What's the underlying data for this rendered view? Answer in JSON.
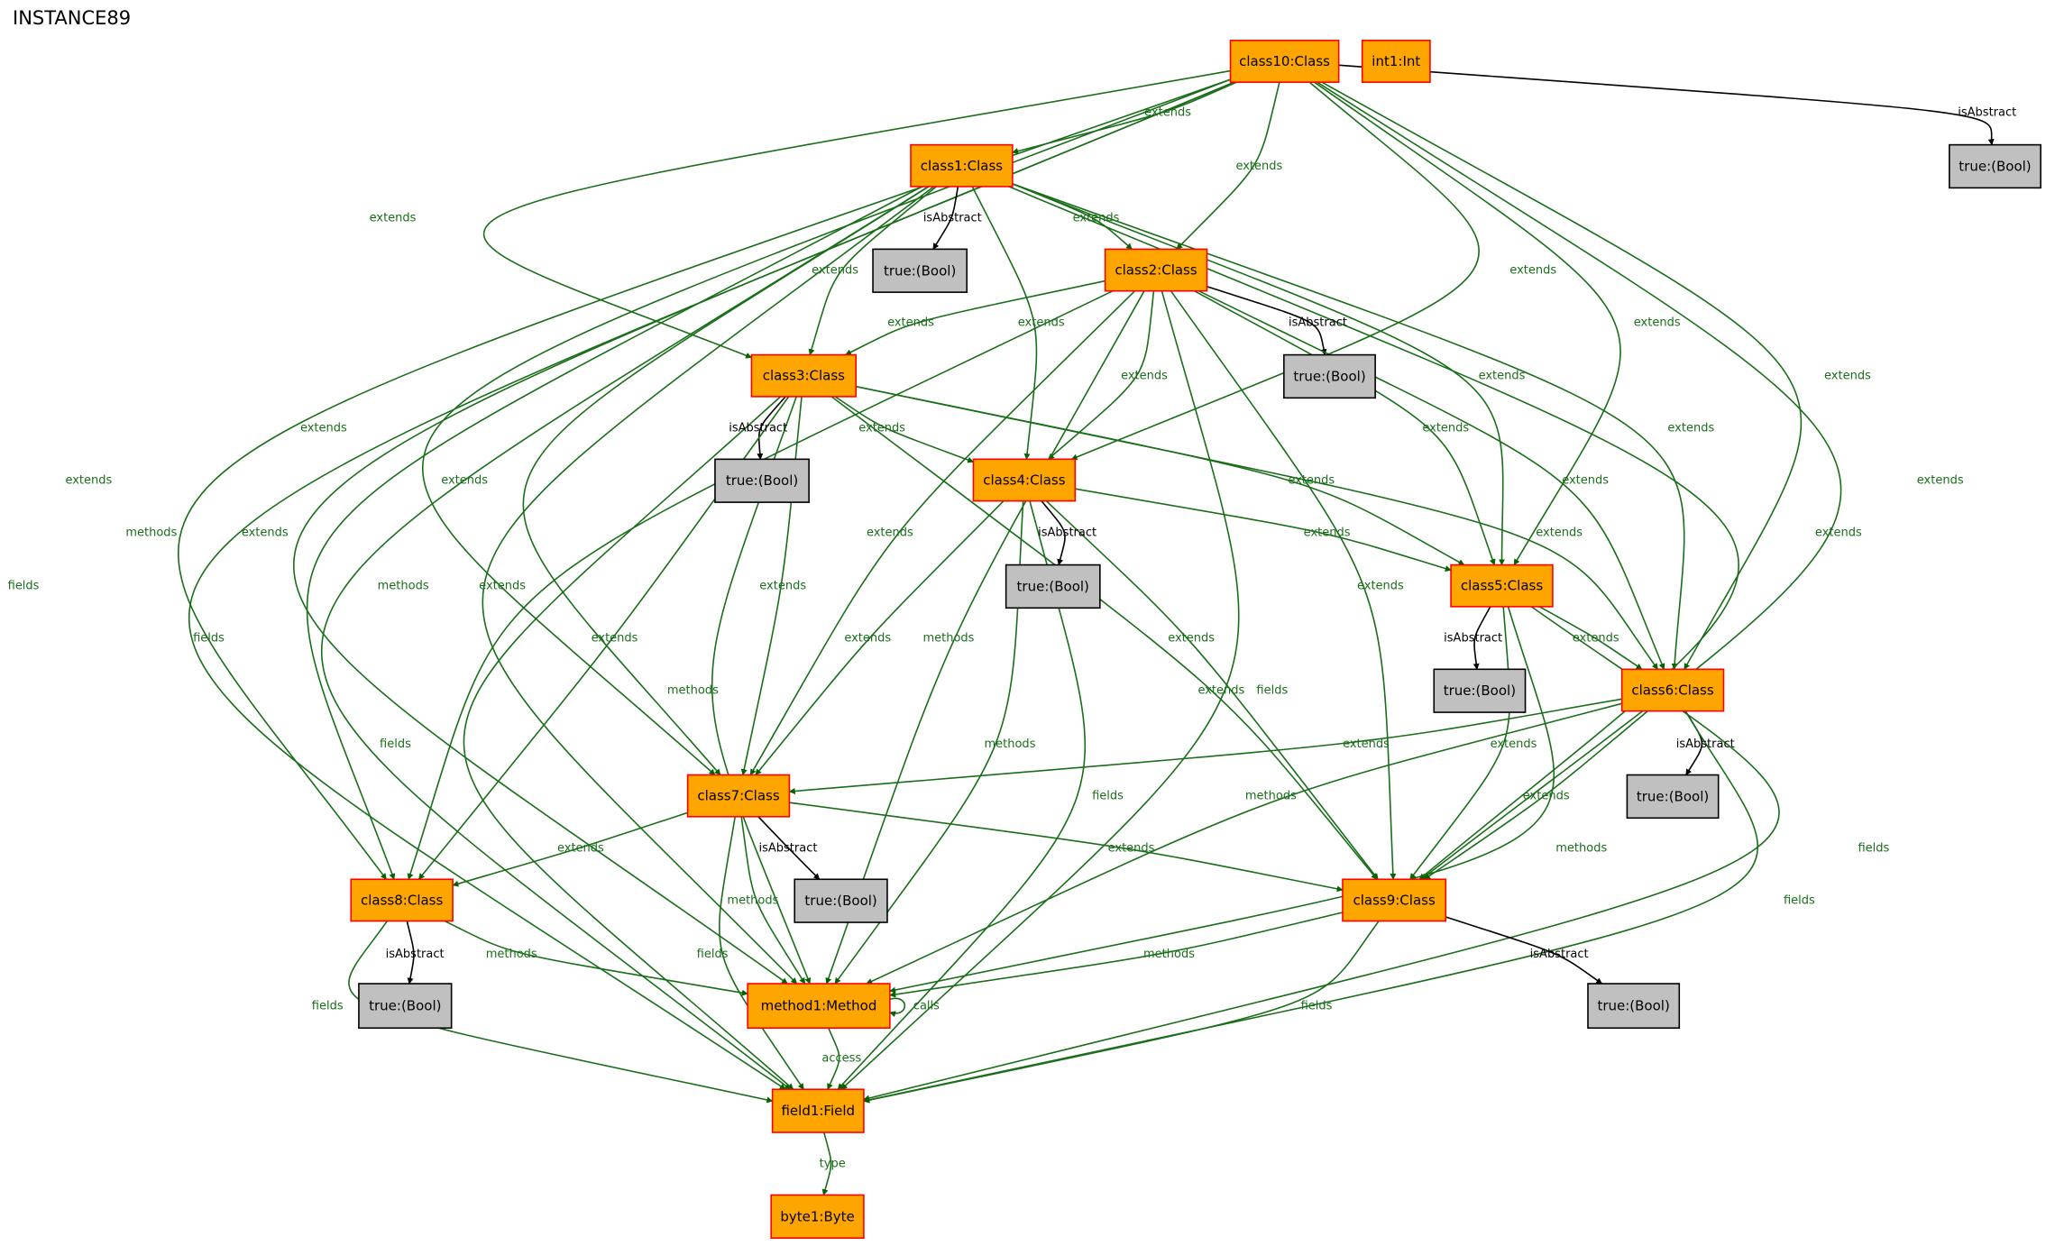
{
  "title": "INSTANCE89",
  "colors": {
    "object_fill": "#ffa500",
    "object_border": "#ff0000",
    "value_fill": "#c0c0c0",
    "value_border": "#000000",
    "link_edge": "#1a6e1a",
    "link_arrow": "#006400",
    "attr_edge": "#000000"
  },
  "nodes": [
    {
      "id": "class10",
      "label": "class10:Class",
      "kind": "object"
    },
    {
      "id": "int1",
      "label": "int1:Int",
      "kind": "object"
    },
    {
      "id": "tb10",
      "label": "true:(Bool)",
      "kind": "value"
    },
    {
      "id": "class1",
      "label": "class1:Class",
      "kind": "object"
    },
    {
      "id": "tb1",
      "label": "true:(Bool)",
      "kind": "value"
    },
    {
      "id": "class2",
      "label": "class2:Class",
      "kind": "object"
    },
    {
      "id": "tb2",
      "label": "true:(Bool)",
      "kind": "value"
    },
    {
      "id": "class3",
      "label": "class3:Class",
      "kind": "object"
    },
    {
      "id": "tb3",
      "label": "true:(Bool)",
      "kind": "value"
    },
    {
      "id": "class4",
      "label": "class4:Class",
      "kind": "object"
    },
    {
      "id": "tb4",
      "label": "true:(Bool)",
      "kind": "value"
    },
    {
      "id": "class5",
      "label": "class5:Class",
      "kind": "object"
    },
    {
      "id": "tb5",
      "label": "true:(Bool)",
      "kind": "value"
    },
    {
      "id": "class6",
      "label": "class6:Class",
      "kind": "object"
    },
    {
      "id": "tb6",
      "label": "true:(Bool)",
      "kind": "value"
    },
    {
      "id": "class7",
      "label": "class7:Class",
      "kind": "object"
    },
    {
      "id": "tb7",
      "label": "true:(Bool)",
      "kind": "value"
    },
    {
      "id": "class8",
      "label": "class8:Class",
      "kind": "object"
    },
    {
      "id": "tb8",
      "label": "true:(Bool)",
      "kind": "value"
    },
    {
      "id": "class9",
      "label": "class9:Class",
      "kind": "object"
    },
    {
      "id": "tb9",
      "label": "true:(Bool)",
      "kind": "value"
    },
    {
      "id": "method1",
      "label": "method1:Method",
      "kind": "object"
    },
    {
      "id": "field1",
      "label": "field1:Field",
      "kind": "object"
    },
    {
      "id": "byte1",
      "label": "byte1:Byte",
      "kind": "object"
    }
  ],
  "edges": [
    {
      "id": "e1",
      "from": "class10",
      "to": "tb10",
      "label": "isAbstract",
      "kind": "attr"
    },
    {
      "id": "e2",
      "from": "class10",
      "to": "class1",
      "label": "extends",
      "kind": "link"
    },
    {
      "id": "e3",
      "from": "class10",
      "to": "class2",
      "label": "extends",
      "kind": "link"
    },
    {
      "id": "e4",
      "from": "class10",
      "to": "class3",
      "label": "extends",
      "kind": "link"
    },
    {
      "id": "e5",
      "from": "class10",
      "to": "class4",
      "label": "extends",
      "kind": "link"
    },
    {
      "id": "e6",
      "from": "class10",
      "to": "class5",
      "label": "extends",
      "kind": "link"
    },
    {
      "id": "e7",
      "from": "class10",
      "to": "class6",
      "label": "extends",
      "kind": "link"
    },
    {
      "id": "e8",
      "from": "class10",
      "to": "class7",
      "label": "extends",
      "kind": "link"
    },
    {
      "id": "e9",
      "from": "class10",
      "to": "class8",
      "label": "extends",
      "kind": "link"
    },
    {
      "id": "e10",
      "from": "class10",
      "to": "class9",
      "label": "extends",
      "kind": "link"
    },
    {
      "id": "e11",
      "from": "class10",
      "to": "method1",
      "label": "methods",
      "kind": "link"
    },
    {
      "id": "e12",
      "from": "class10",
      "to": "field1",
      "label": "fields",
      "kind": "link"
    },
    {
      "id": "e13",
      "from": "class1",
      "to": "tb1",
      "label": "isAbstract",
      "kind": "attr"
    },
    {
      "id": "e14",
      "from": "class1",
      "to": "class2",
      "label": "extends",
      "kind": "link"
    },
    {
      "id": "e15",
      "from": "class1",
      "to": "class3",
      "label": "extends",
      "kind": "link"
    },
    {
      "id": "e16",
      "from": "class1",
      "to": "class4",
      "label": "extends",
      "kind": "link"
    },
    {
      "id": "e17",
      "from": "class1",
      "to": "class5",
      "label": "extends",
      "kind": "link"
    },
    {
      "id": "e18",
      "from": "class1",
      "to": "class6",
      "label": "extends",
      "kind": "link"
    },
    {
      "id": "e19",
      "from": "class1",
      "to": "class7",
      "label": "extends",
      "kind": "link"
    },
    {
      "id": "e20",
      "from": "class1",
      "to": "class8",
      "label": "extends",
      "kind": "link"
    },
    {
      "id": "e21",
      "from": "class1",
      "to": "class9",
      "label": "extends",
      "kind": "link"
    },
    {
      "id": "e22",
      "from": "class1",
      "to": "method1",
      "label": "methods",
      "kind": "link"
    },
    {
      "id": "e23",
      "from": "class1",
      "to": "field1",
      "label": "fields",
      "kind": "link"
    },
    {
      "id": "e24",
      "from": "class2",
      "to": "tb2",
      "label": "isAbstract",
      "kind": "attr"
    },
    {
      "id": "e25",
      "from": "class2",
      "to": "class3",
      "label": "extends",
      "kind": "link"
    },
    {
      "id": "e26",
      "from": "class2",
      "to": "class4",
      "label": "extends",
      "kind": "link"
    },
    {
      "id": "e27",
      "from": "class2",
      "to": "class5",
      "label": "extends",
      "kind": "link"
    },
    {
      "id": "e28",
      "from": "class2",
      "to": "class6",
      "label": "extends",
      "kind": "link"
    },
    {
      "id": "e29",
      "from": "class2",
      "to": "class7",
      "label": "extends",
      "kind": "link"
    },
    {
      "id": "e30",
      "from": "class2",
      "to": "class8",
      "label": "extends",
      "kind": "link"
    },
    {
      "id": "e31",
      "from": "class2",
      "to": "class9",
      "label": "extends",
      "kind": "link"
    },
    {
      "id": "e32",
      "from": "class2",
      "to": "method1",
      "label": "methods",
      "kind": "link"
    },
    {
      "id": "e33",
      "from": "class2",
      "to": "field1",
      "label": "fields",
      "kind": "link"
    },
    {
      "id": "e34",
      "from": "class3",
      "to": "tb3",
      "label": "isAbstract",
      "kind": "attr"
    },
    {
      "id": "e35",
      "from": "class3",
      "to": "class4",
      "label": "extends",
      "kind": "link"
    },
    {
      "id": "e36",
      "from": "class3",
      "to": "class5",
      "label": "extends",
      "kind": "link"
    },
    {
      "id": "e37",
      "from": "class3",
      "to": "class6",
      "label": "extends",
      "kind": "link"
    },
    {
      "id": "e38",
      "from": "class3",
      "to": "class7",
      "label": "extends",
      "kind": "link"
    },
    {
      "id": "e39",
      "from": "class3",
      "to": "class8",
      "label": "extends",
      "kind": "link"
    },
    {
      "id": "e40",
      "from": "class3",
      "to": "class9",
      "label": "extends",
      "kind": "link"
    },
    {
      "id": "e41",
      "from": "class3",
      "to": "method1",
      "label": "methods",
      "kind": "link"
    },
    {
      "id": "e42",
      "from": "class3",
      "to": "field1",
      "label": "fields",
      "kind": "link"
    },
    {
      "id": "e43",
      "from": "class4",
      "to": "tb4",
      "label": "isAbstract",
      "kind": "attr"
    },
    {
      "id": "e44",
      "from": "class4",
      "to": "class5",
      "label": "extends",
      "kind": "link"
    },
    {
      "id": "e45",
      "from": "class4",
      "to": "class7",
      "label": "extends",
      "kind": "link"
    },
    {
      "id": "e46",
      "from": "class4",
      "to": "class9",
      "label": "extends",
      "kind": "link"
    },
    {
      "id": "e47",
      "from": "class4",
      "to": "method1",
      "label": "methods",
      "kind": "link"
    },
    {
      "id": "e48",
      "from": "class4",
      "to": "field1",
      "label": "fields",
      "kind": "link"
    },
    {
      "id": "e49",
      "from": "class5",
      "to": "tb5",
      "label": "isAbstract",
      "kind": "attr"
    },
    {
      "id": "e50",
      "from": "class5",
      "to": "class6",
      "label": "extends",
      "kind": "link"
    },
    {
      "id": "e51",
      "from": "class5",
      "to": "class9",
      "label": "extends",
      "kind": "link"
    },
    {
      "id": "e52",
      "from": "class5",
      "to": "method1",
      "label": "methods",
      "kind": "link"
    },
    {
      "id": "e53",
      "from": "class5",
      "to": "field1",
      "label": "fields",
      "kind": "link"
    },
    {
      "id": "e54",
      "from": "class6",
      "to": "tb6",
      "label": "isAbstract",
      "kind": "attr"
    },
    {
      "id": "e55",
      "from": "class6",
      "to": "class7",
      "label": "extends",
      "kind": "link"
    },
    {
      "id": "e56",
      "from": "class6",
      "to": "class9",
      "label": "extends",
      "kind": "link"
    },
    {
      "id": "e57",
      "from": "class6",
      "to": "method1",
      "label": "methods",
      "kind": "link"
    },
    {
      "id": "e58",
      "from": "class6",
      "to": "field1",
      "label": "fields",
      "kind": "link"
    },
    {
      "id": "e59",
      "from": "class7",
      "to": "tb7",
      "label": "isAbstract",
      "kind": "attr"
    },
    {
      "id": "e60",
      "from": "class7",
      "to": "class8",
      "label": "extends",
      "kind": "link"
    },
    {
      "id": "e61",
      "from": "class7",
      "to": "class9",
      "label": "extends",
      "kind": "link"
    },
    {
      "id": "e62",
      "from": "class7",
      "to": "method1",
      "label": "methods",
      "kind": "link"
    },
    {
      "id": "e63",
      "from": "class7",
      "to": "field1",
      "label": "fields",
      "kind": "link"
    },
    {
      "id": "e64",
      "from": "class8",
      "to": "tb8",
      "label": "isAbstract",
      "kind": "attr"
    },
    {
      "id": "e65",
      "from": "class8",
      "to": "method1",
      "label": "methods",
      "kind": "link"
    },
    {
      "id": "e66",
      "from": "class8",
      "to": "field1",
      "label": "fields",
      "kind": "link"
    },
    {
      "id": "e67",
      "from": "class9",
      "to": "tb9",
      "label": "isAbstract",
      "kind": "attr"
    },
    {
      "id": "e68",
      "from": "class9",
      "to": "method1",
      "label": "methods",
      "kind": "link"
    },
    {
      "id": "e69",
      "from": "class9",
      "to": "field1",
      "label": "fields",
      "kind": "link"
    },
    {
      "id": "e70",
      "from": "method1",
      "to": "method1",
      "label": "calls",
      "kind": "link"
    },
    {
      "id": "e71",
      "from": "method1",
      "to": "field1",
      "label": "access",
      "kind": "link"
    },
    {
      "id": "e72",
      "from": "field1",
      "to": "byte1",
      "label": "type",
      "kind": "link"
    }
  ]
}
